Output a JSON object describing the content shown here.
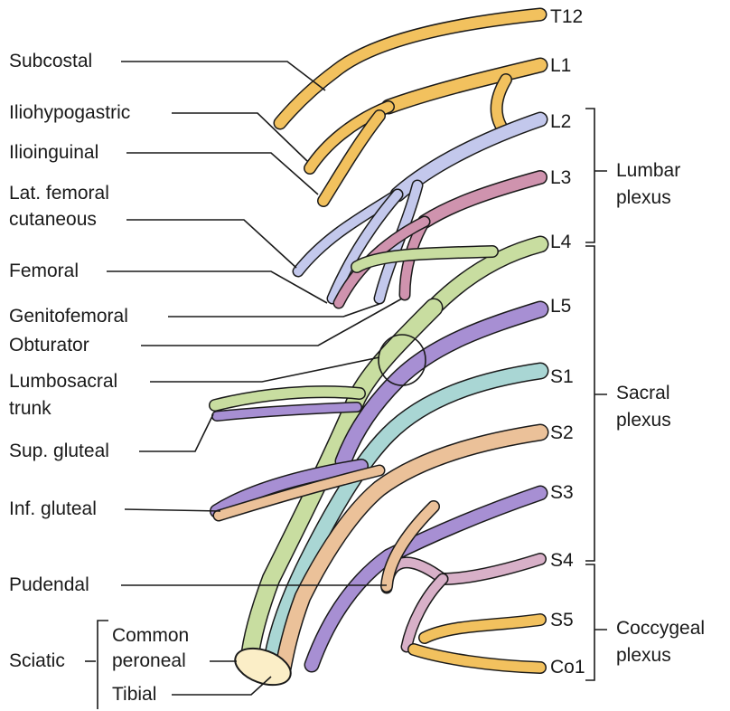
{
  "colors": {
    "orange": "#f2c15e",
    "blue": "#c3c8ec",
    "pink": "#cf93ae",
    "green": "#c8dda0",
    "purple": "#a78fd3",
    "teal": "#a9d6d4",
    "tan": "#ebc199",
    "mauve": "#d8b0c8",
    "cut": "#fbeec7",
    "outline": "#1a1a1a"
  },
  "roots": [
    "T12",
    "L1",
    "L2",
    "L3",
    "L4",
    "L5",
    "S1",
    "S2",
    "S3",
    "S4",
    "S5",
    "Co1"
  ],
  "plexuses": {
    "lumbar": [
      "Lumbar",
      "plexus"
    ],
    "sacral": [
      "Sacral",
      "plexus"
    ],
    "coccygeal": [
      "Coccygeal",
      "plexus"
    ]
  },
  "nerves": {
    "subcostal": "Subcostal",
    "iliohypogastric": "Iliohypogastric",
    "ilioinguinal": "Ilioinguinal",
    "lat_femoral": [
      "Lat. femoral",
      "cutaneous"
    ],
    "femoral": "Femoral",
    "genitofemoral": "Genitofemoral",
    "obturator": "Obturator",
    "lumbosacral": [
      "Lumbosacral",
      "trunk"
    ],
    "sup_gluteal": "Sup. gluteal",
    "inf_gluteal": "Inf. gluteal",
    "pudendal": "Pudendal",
    "sciatic": "Sciatic",
    "common_peroneal": [
      "Common",
      "peroneal"
    ],
    "tibial": "Tibial"
  }
}
